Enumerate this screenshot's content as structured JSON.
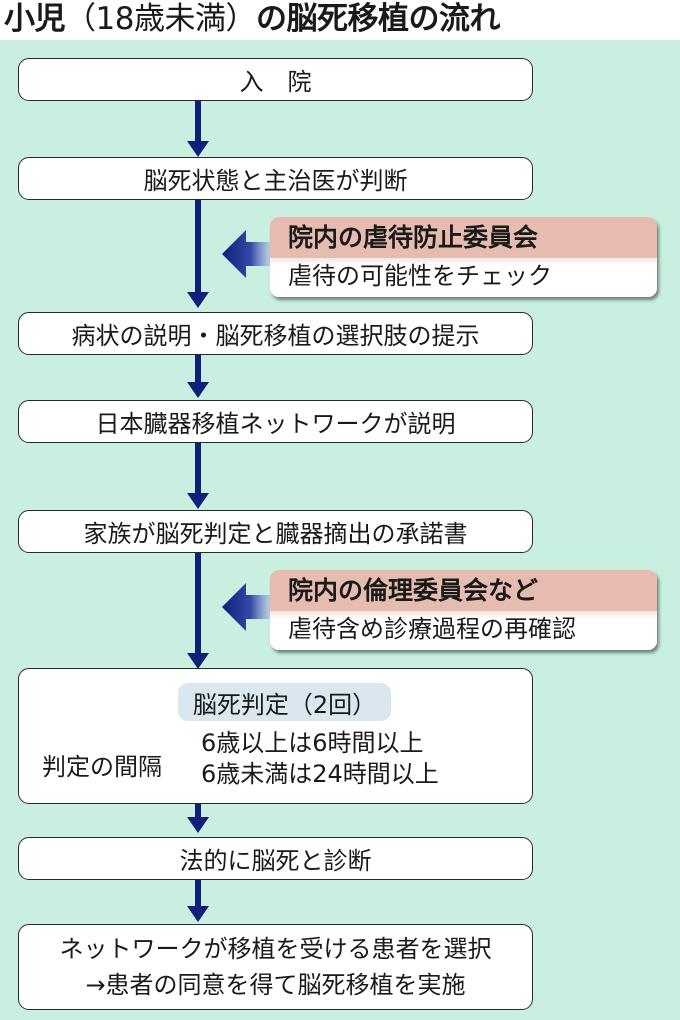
{
  "title": {
    "main_prefix": "小児",
    "paren": "（18歳未満）",
    "main_suffix": "の脳死移植の流れ"
  },
  "colors": {
    "panel_bg": "#c8efe0",
    "arrow": "#0f1f7a",
    "side_header": "#e6bcb0",
    "judge_tag": "#dbe7ee"
  },
  "steps": [
    {
      "label": "入　院"
    },
    {
      "label": "脳死状態と主治医が判断"
    },
    {
      "label": "病状の説明・脳死移植の選択肢の提示"
    },
    {
      "label": "日本臓器移植ネットワークが説明"
    },
    {
      "label": "家族が脳死判定と臓器摘出の承諾書"
    },
    {
      "label": "脳死判定（2回）",
      "interval_label": "判定の間隔",
      "interval_lines": [
        "6歳以上は6時間以上",
        "6歳未満は24時間以上"
      ]
    },
    {
      "label": "法的に脳死と診断"
    },
    {
      "lines": [
        "ネットワークが移植を受ける患者を選択",
        "→患者の同意を得て脳死移植を実施"
      ]
    }
  ],
  "side_checks": [
    {
      "header": "院内の虐待防止委員会",
      "body": "虐待の可能性をチェック"
    },
    {
      "header": "院内の倫理委員会など",
      "body": "虐待含め診療過程の再確認"
    }
  ]
}
